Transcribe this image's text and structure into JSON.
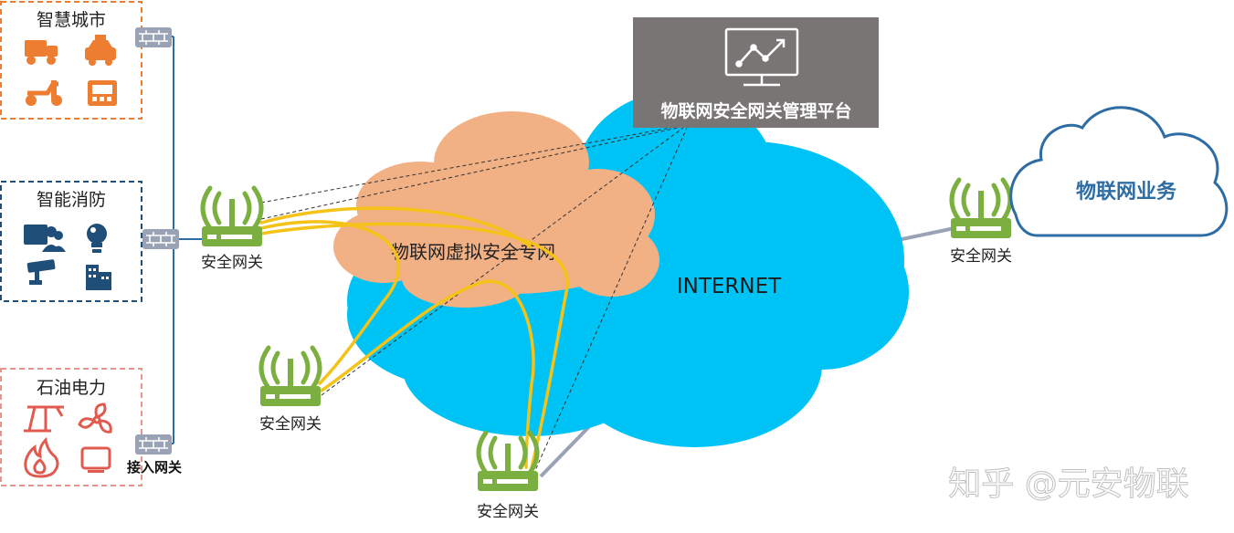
{
  "groups": [
    {
      "title": "智慧城市",
      "color": "#ED7D31",
      "icons": [
        "truck-icon",
        "taxi-icon",
        "scooter-icon",
        "terminal-icon"
      ]
    },
    {
      "title": "智能消防",
      "color": "#1F4E79",
      "icons": [
        "user-card-icon",
        "bulb-icon",
        "camera-icon",
        "building-icon"
      ]
    },
    {
      "title": "石油电力",
      "color": "#E05A4F",
      "icons": [
        "pump-icon",
        "fan-icon",
        "flame-icon",
        "monitor-icon"
      ]
    }
  ],
  "access_gateway": {
    "label": "接入网关"
  },
  "gateways": [
    {
      "label": "安全网关"
    },
    {
      "label": "安全网关"
    },
    {
      "label": "安全网关"
    },
    {
      "label": "安全网关"
    }
  ],
  "platform": {
    "label": "物联网安全网关管理平台",
    "icon": "monitor-chart-icon"
  },
  "vpn_cloud": {
    "label": "物联网虚拟安全专网"
  },
  "internet_cloud": {
    "label": "INTERNET"
  },
  "business_cloud": {
    "label": "物联网业务"
  },
  "watermark": {
    "text": "知乎 @元安物联"
  },
  "colors": {
    "internet": "#00C3F5",
    "vpn": "#F2B085",
    "platform_bg": "#787574",
    "gateway_green": "#7BAF3F",
    "tunnel_yellow": "#F5C218",
    "business_blue": "#2E6DA4",
    "firewall_gray": "#9AA3B5"
  }
}
